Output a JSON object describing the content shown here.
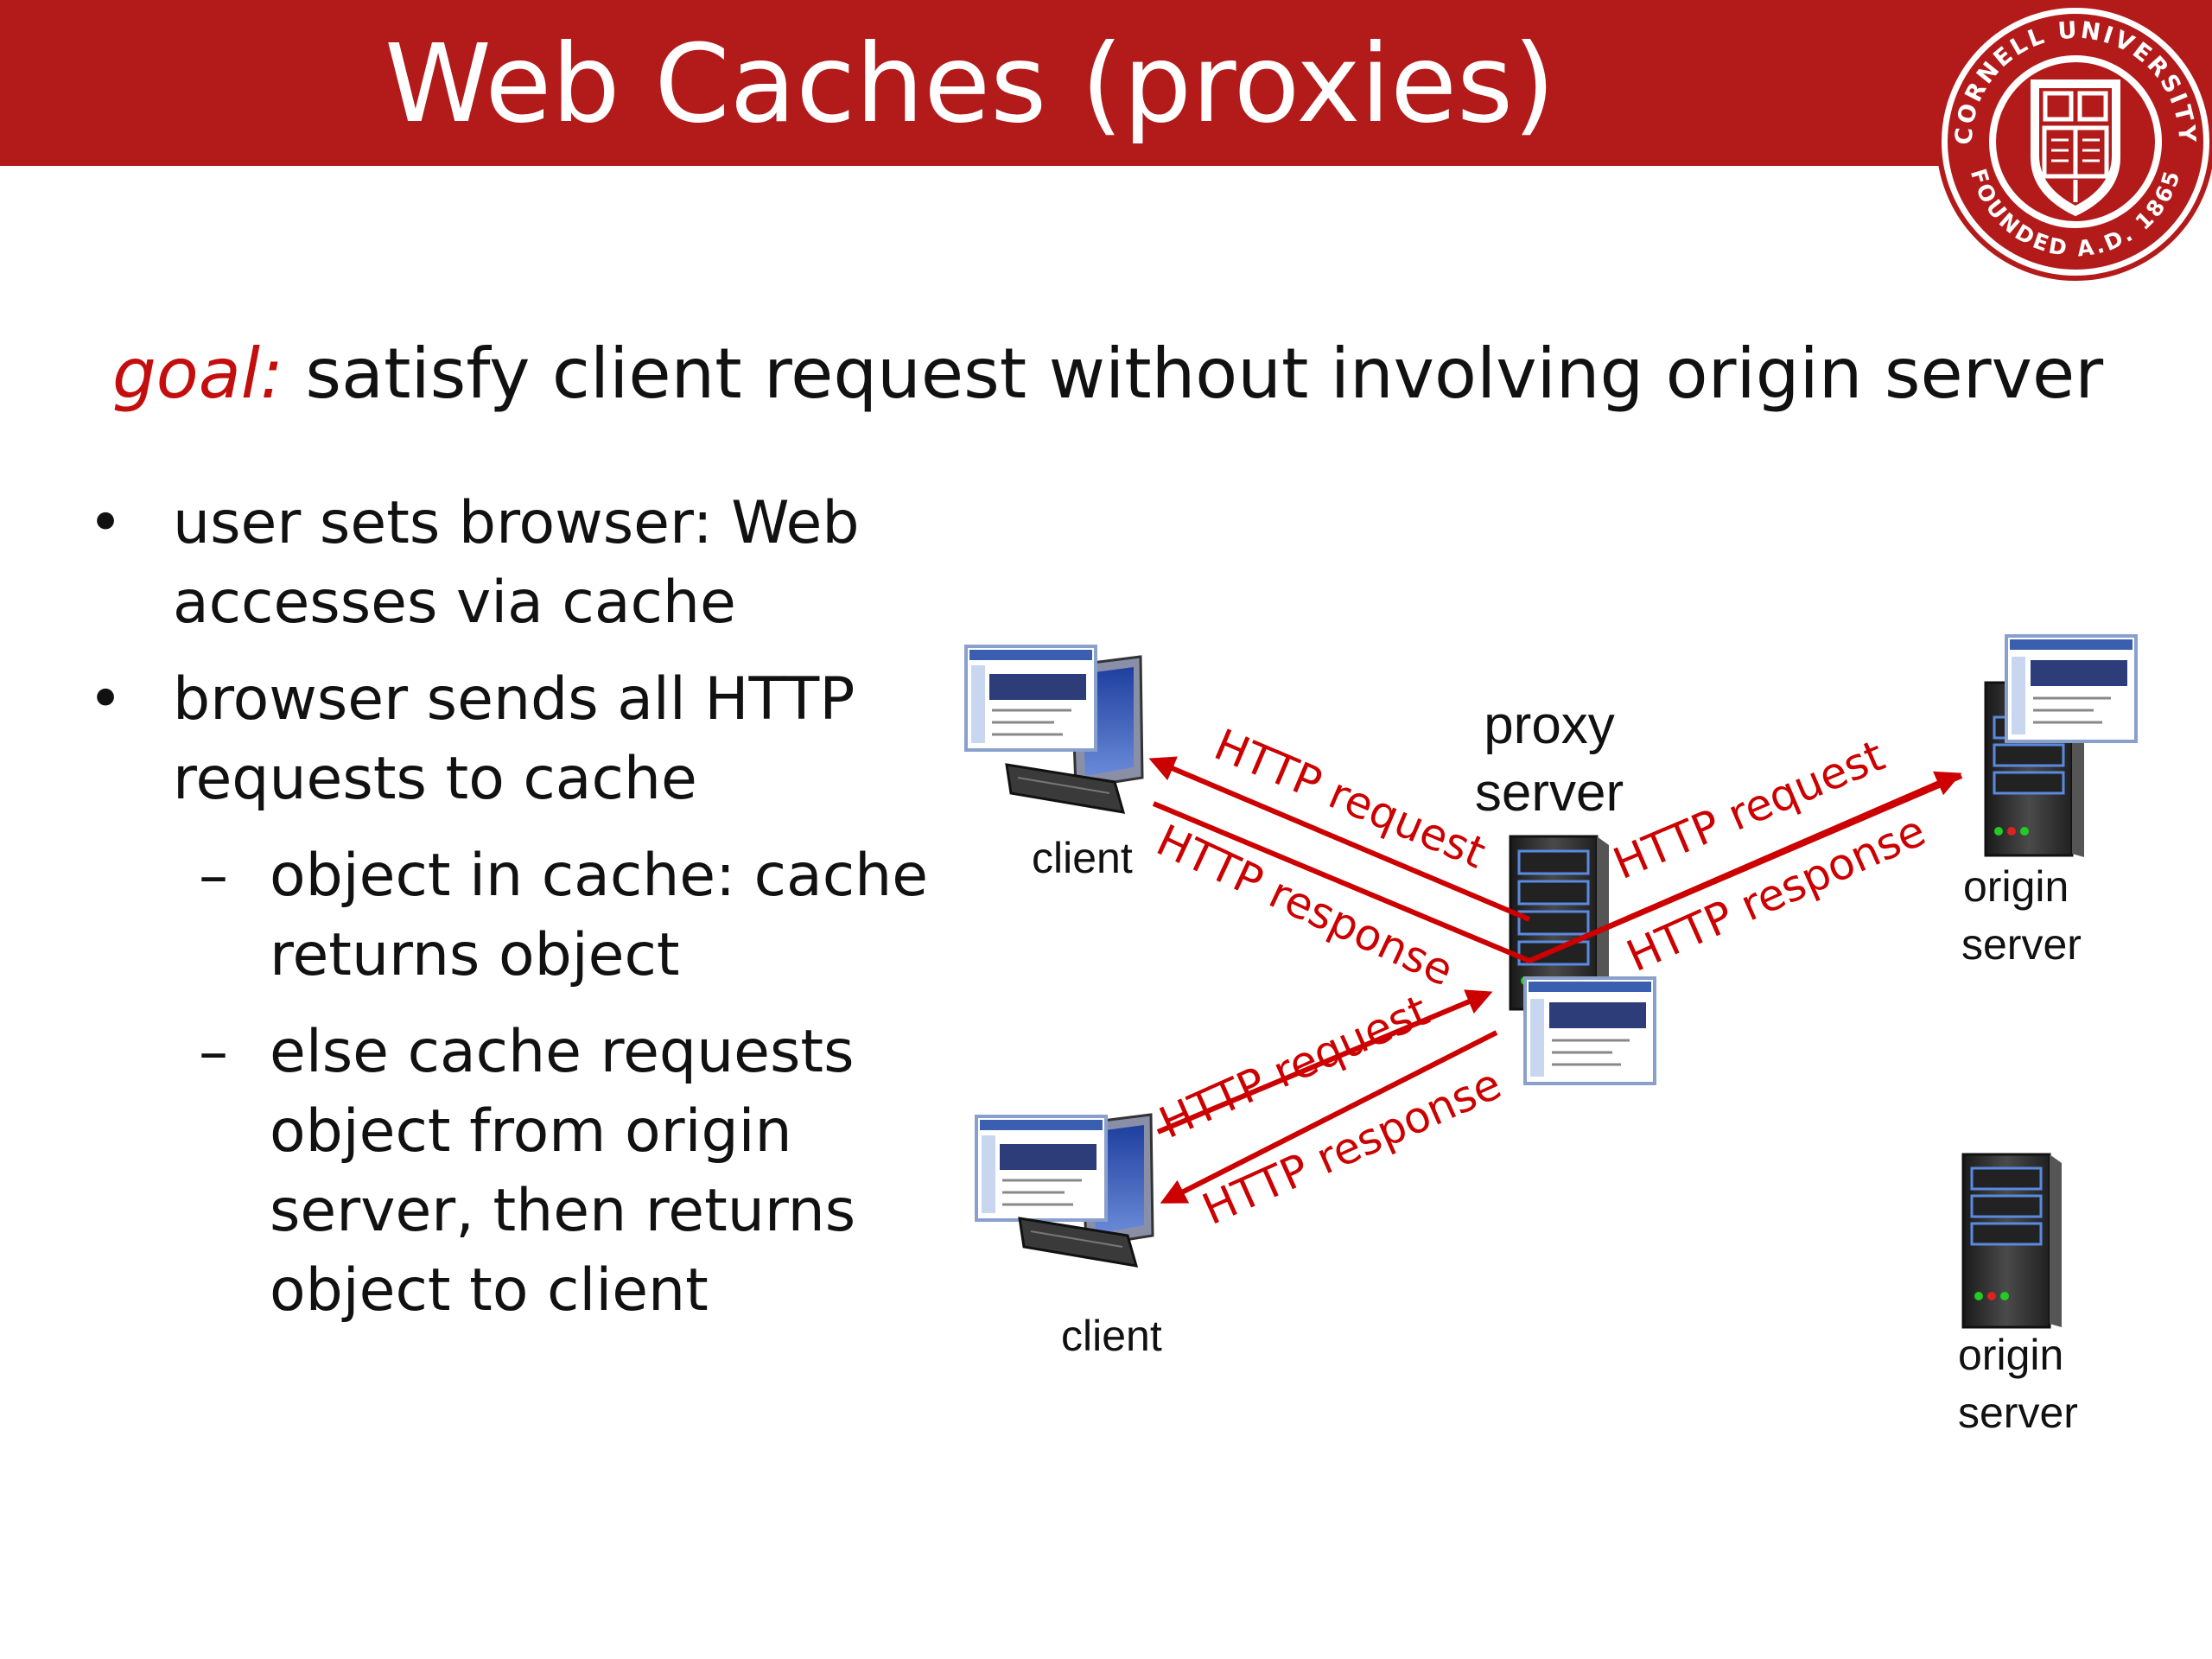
{
  "slide": {
    "title": "Web Caches (proxies)",
    "goal_label": "goal:",
    "goal_text": "satisfy client request without involving origin server",
    "bullets": [
      {
        "level": 1,
        "marker": "•",
        "lines": [
          "user sets browser: Web",
          "accesses via  cache"
        ]
      },
      {
        "level": 1,
        "marker": "•",
        "lines": [
          "browser sends all HTTP",
          "requests to cache"
        ]
      },
      {
        "level": 2,
        "marker": "–",
        "lines": [
          "object in cache: cache",
          "returns object"
        ]
      },
      {
        "level": 2,
        "marker": "–",
        "lines": [
          "else cache requests",
          "object from origin",
          "server, then returns",
          "object to client"
        ]
      }
    ]
  },
  "seal": {
    "text_top": "CORNELL UNIVERSITY",
    "text_bottom": "FOUNDED A.D. 1865"
  },
  "diagram": {
    "proxy_label": [
      "proxy",
      "server"
    ],
    "client_label": "client",
    "origin_label": [
      "origin",
      "server"
    ],
    "http_request": "HTTP request",
    "http_response": "HTTP response"
  },
  "colors": {
    "brand_red": "#b31b1b",
    "arrow_red": "#cc0000",
    "goal_red": "#c40d0d"
  }
}
